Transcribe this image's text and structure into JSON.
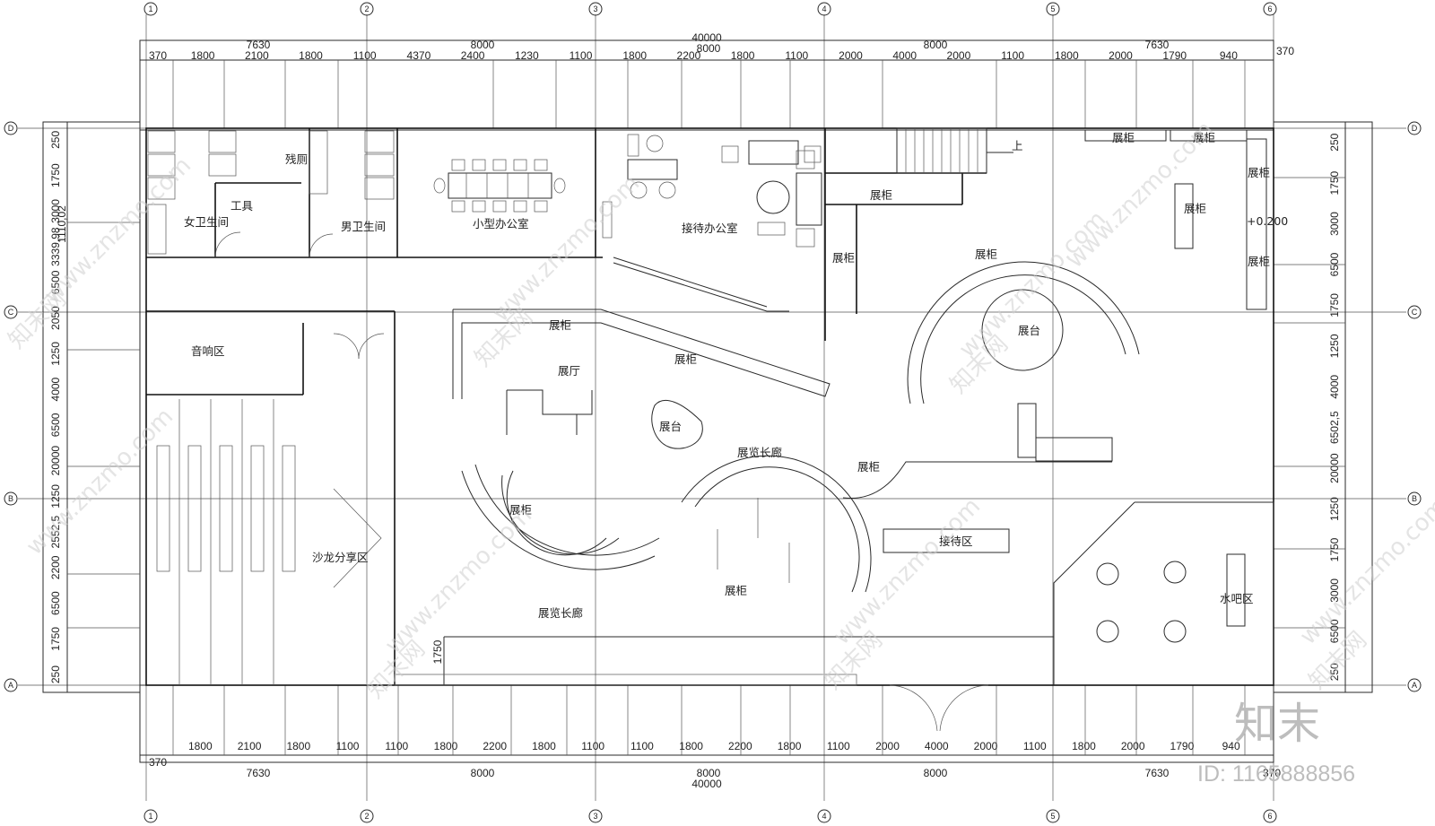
{
  "dimensions": {
    "overall": "40000",
    "top_bays": [
      "7630",
      "8000",
      "8000",
      "8000",
      "7630"
    ],
    "top_segments": [
      "1800",
      "2100",
      "1800",
      "1100",
      "4370",
      "2400",
      "1230",
      "1100",
      "1800",
      "2200",
      "1800",
      "1100",
      "2000",
      "4000",
      "2000",
      "1100",
      "1800",
      "2000",
      "1790",
      "940"
    ],
    "bottom_segments": [
      "1800",
      "2100",
      "1800",
      "1100",
      "1100",
      "1800",
      "2200",
      "1800",
      "1100",
      "1100",
      "1800",
      "2200",
      "1800",
      "1100",
      "2000",
      "4000",
      "2000",
      "1100",
      "1800",
      "2000",
      "1790",
      "940"
    ],
    "top_small": [
      "370",
      "370"
    ],
    "bottom_small": [
      "370",
      "370"
    ],
    "right_small": "370",
    "left_chain": [
      "250",
      "1750",
      "3000",
      "3339,98",
      "6500",
      "2050",
      "1250",
      "4000",
      "6500",
      "20000",
      "1250",
      "2552,5",
      "2200",
      "6500",
      "1750",
      "250"
    ],
    "left_stack_top": "1110,02",
    "right_chain": [
      "250",
      "1750",
      "3000",
      "6500",
      "1750",
      "1250",
      "4000",
      "6502,5",
      "20000",
      "1250",
      "1750",
      "3000",
      "6500",
      "250"
    ],
    "corridor_dim": "1750"
  },
  "axes": {
    "columns": [
      "1",
      "2",
      "3",
      "4",
      "5",
      "6"
    ],
    "rows": [
      "D",
      "C",
      "B",
      "A"
    ]
  },
  "rooms": {
    "womens_restroom": "女卫生间",
    "mens_restroom": "男卫生间",
    "tools": "工具",
    "accessible_wc": "残厕",
    "small_office": "小型办公室",
    "reception_office": "接待办公室",
    "audio_zone": "音响区",
    "salon": "沙龙分享区",
    "hall": "展厅",
    "gallery_1": "展览长廊",
    "gallery_2": "展览长廊",
    "reception_zone": "接待区",
    "water_bar": "水吧区",
    "stage_1": "展台",
    "stage_2": "展台",
    "display_cabinet": "展柜",
    "stairs_up": "上",
    "elevation": "+0.200"
  },
  "watermark": {
    "site": "www.znzmo.com",
    "brand_cn": "知末网",
    "brand_logo": "知末",
    "id_label": "ID: 1165888856"
  }
}
